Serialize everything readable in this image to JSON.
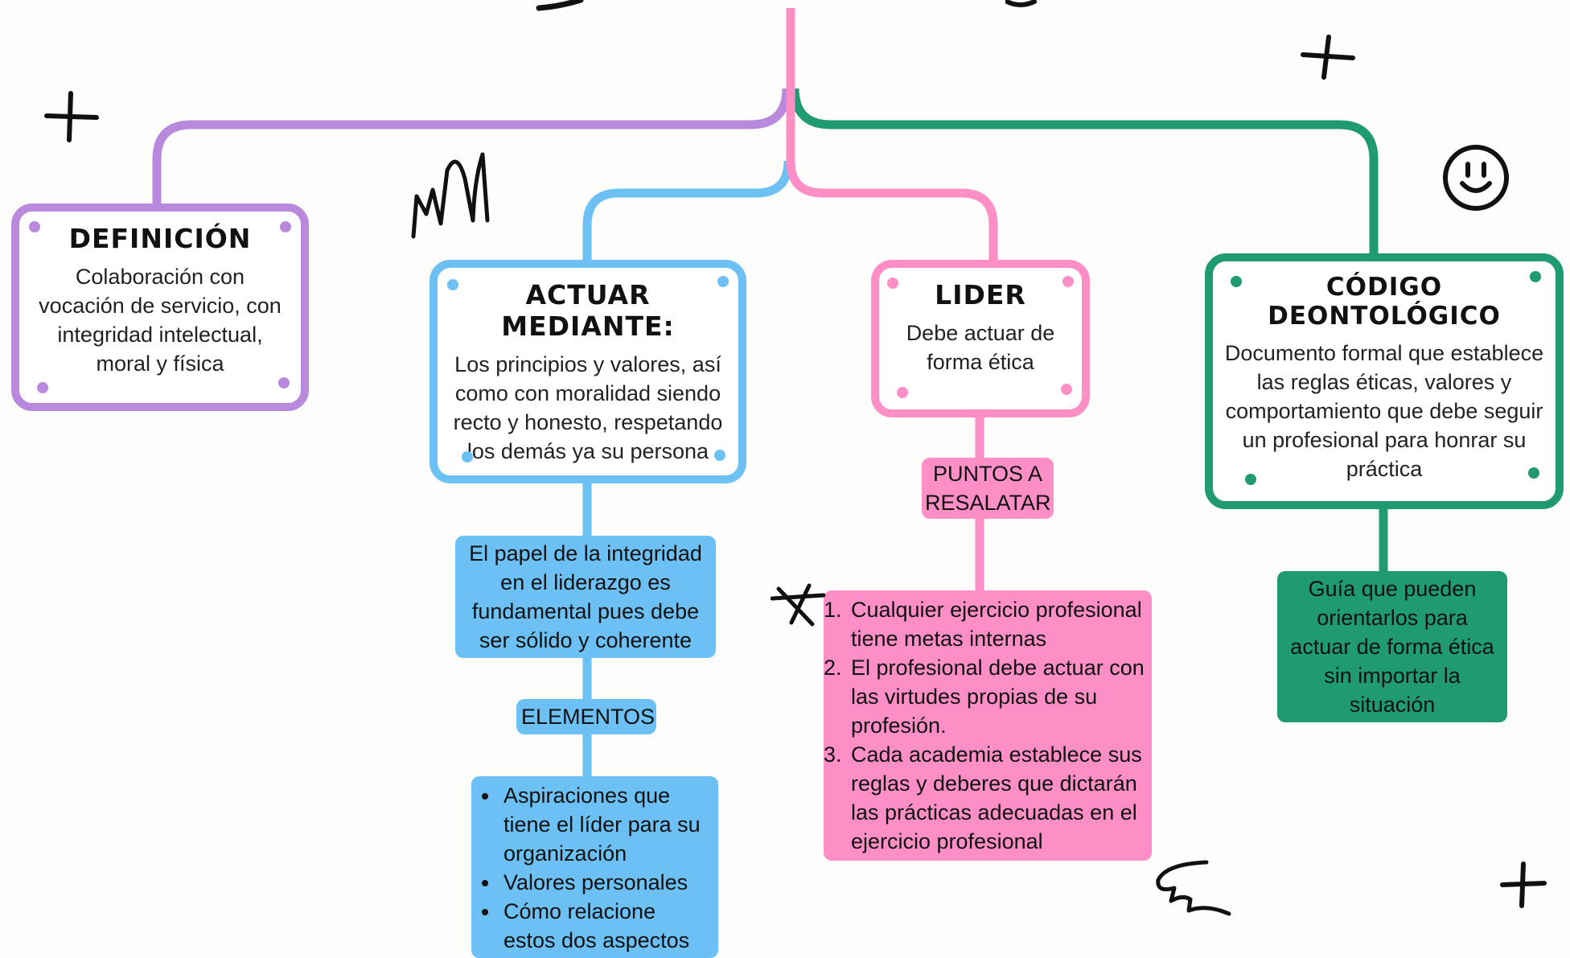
{
  "colors": {
    "purple": "#b889dc",
    "blue": "#6cc0f3",
    "pink": "#fd8fc6",
    "green": "#1f9a72",
    "ink": "#111111"
  },
  "definicion": {
    "title": "DEFINICIÓN",
    "text": "Colaboración  con vocación de servicio, con integridad intelectual, moral y física"
  },
  "actuar": {
    "title": "ACTUAR MEDIANTE:",
    "text": "Los principios y valores, así como con moralidad siendo recto y honesto, respetando los demás ya su persona",
    "note": "El papel de la integridad en el liderazgo es fundamental pues debe ser sólido y coherente",
    "elements_label": "ELEMENTOS",
    "elements": [
      "Aspiraciones que tiene el líder para su organización",
      "Valores personales",
      "Cómo relacione estos dos aspectos"
    ]
  },
  "lider": {
    "title": "LIDER",
    "text": "Debe actuar de forma ética",
    "points_label": "PUNTOS A RESALATAR",
    "points": [
      "Cualquier ejercicio profesional tiene metas internas",
      "El profesional debe actuar con las virtudes propias de su profesión.",
      "Cada academia establece sus reglas y deberes que dictarán las prácticas adecuadas en el ejercicio profesional"
    ]
  },
  "codigo": {
    "title": "CÓDIGO DEONTOLÓGICO",
    "text": "Documento formal que establece las reglas éticas, valores y comportamiento que debe seguir un profesional para honrar su práctica",
    "note": "Guía que pueden orientarlos para actuar de forma ética sin importar la situación"
  },
  "decorations": [
    "plus-icon",
    "plus-icon",
    "plus-icon",
    "cross-icon",
    "smiley-icon",
    "scribble-icon",
    "scribble-icon"
  ]
}
